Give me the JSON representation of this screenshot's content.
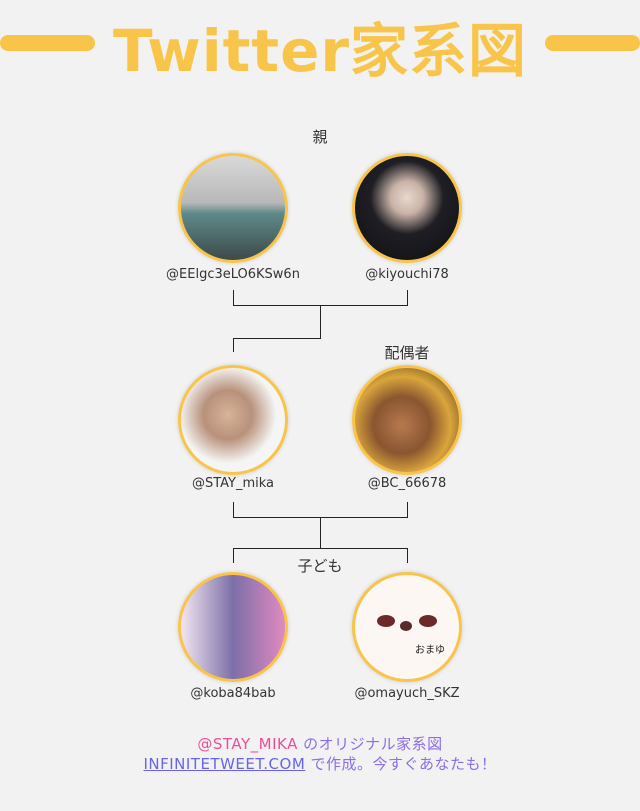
{
  "title": "Twitter家系図",
  "labels": {
    "parents": "親",
    "spouse": "配偶者",
    "children": "子ども"
  },
  "members": {
    "parent1": "@EElgc3eLO6KSw6n",
    "parent2": "@kiyouchi78",
    "self": "@STAY_mika",
    "spouse": "@BC_66678",
    "child1": "@koba84bab",
    "child2": "@omayuch_SKZ"
  },
  "avatar_caption": "おまゆ",
  "footer": {
    "user": "@STAY_MIKA",
    "line1_rest": " のオリジナル家系図",
    "link": "INFINITETWEET.COM",
    "line2_rest": " で作成。今すぐあなたも！"
  },
  "colors": {
    "accent": "#f8c54a",
    "pink": "#ea4f9a",
    "purple": "#8c6ee6"
  }
}
